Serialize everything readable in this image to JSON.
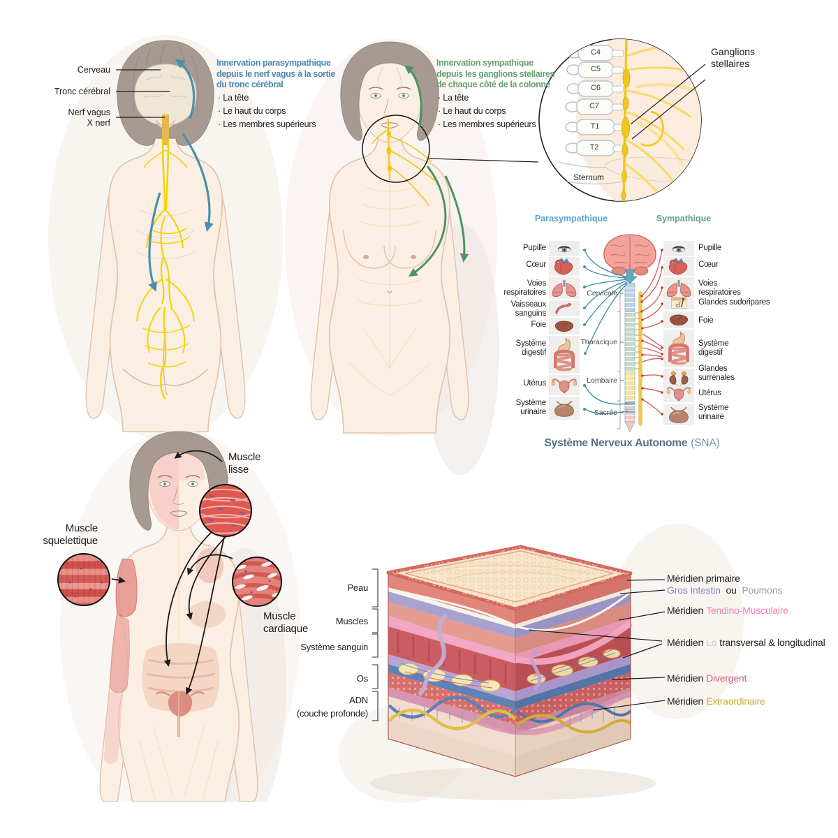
{
  "parasympathetic_panel": {
    "accent_color": "#4d88b3",
    "label_cerveau": "Cerveau",
    "label_tronc_cerebral": "Tronc cérébral",
    "label_nerf_vagus_line1": "Nerf vagus",
    "label_nerf_vagus_line2": "X nerf",
    "heading_lines": [
      "Innervation parasympathique",
      "depuis le nerf vagus à la sortie",
      "du tronc cérébral"
    ],
    "bullets": [
      "La tête",
      "Le haut du corps",
      "Les membres supérieurs"
    ]
  },
  "sympathetic_panel": {
    "accent_color": "#67a171",
    "heading_lines": [
      "Innervation sympathique",
      "depuis les ganglions stellaires",
      "de chaque côté de la colonne"
    ],
    "bullets": [
      "La tête",
      "Le haut du corps",
      "Les membres supérieurs"
    ]
  },
  "stellate_inset": {
    "vertebrae": [
      "C4",
      "C5",
      "C6",
      "C7",
      "T1",
      "T2"
    ],
    "sternum_label": "Sternum",
    "callout_label": "Ganglions stellaires"
  },
  "sna_diagram": {
    "left_column_title": "Parasympathique",
    "right_column_title": "Sympathique",
    "left_title_color": "#5d9ec9",
    "right_title_color": "#61a084",
    "left_organs": [
      "Pupille",
      "Cœur",
      "Voies respiratoires",
      "Vaisseaux sanguins",
      "Foie",
      "Système digestif",
      "Utérus",
      "Système urinaire"
    ],
    "right_organs": [
      "Pupille",
      "Cœur",
      "Voies respiratoires",
      "Glandes sudoripares",
      "Foie",
      "Système digestif",
      "Glandes surrénales",
      "Utérus",
      "Système urinaire"
    ],
    "spine_regions": [
      "Cervicale",
      "Thoracique",
      "Lombaire",
      "Sacrée"
    ],
    "spine_region_colors": {
      "cervicale": "#bdd2e4",
      "thoracique": "#c2dcca",
      "lombaire": "#f2e3a2",
      "sacree": "#f3c9c2"
    },
    "parasympathetic_line_color": "#3f93ad",
    "sympathetic_line_color": "#d6606a",
    "title_main": "Système Nerveux Autonome",
    "title_suffix": "(SNA)"
  },
  "muscle_panel": {
    "label_lisse": "Muscle lisse",
    "label_squelettique": "Muscle squelettique",
    "label_cardiaque": "Muscle cardiaque"
  },
  "skin_cube_panel": {
    "layer_labels": [
      "Peau",
      "Muscles",
      "Système sanguin",
      "Os",
      "ADN",
      "(couche profonde)"
    ],
    "meridian_word": "Méridien",
    "primary_title": "Méridien primaire",
    "primary_organ_1": "Gros Intestin",
    "primary_conjunction": "ou",
    "primary_organ_2": "Poumons",
    "tendino": "Tendino-Musculaire",
    "lo": "Lo",
    "lo_suffix": "transversal & longitudinal",
    "divergent": "Divergent",
    "extraordinaire": "Extraordinaire",
    "colors": {
      "gros_intestin": "#8a89c6",
      "poumons": "#9b9ba3",
      "tendino": "#ef7fae",
      "lo": "#e9b9d2",
      "divergent": "#d25a86",
      "extraordinaire": "#d1ab32"
    }
  }
}
